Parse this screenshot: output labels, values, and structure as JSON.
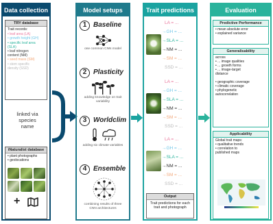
{
  "columns": {
    "data_collection": "Data collection",
    "model_setups": "Model setups",
    "trait_predictions": "Trait predictions",
    "evaluation": "Evaluation"
  },
  "try_db": {
    "title": "TRY database",
    "records_label": "Trait records:",
    "traits": [
      {
        "text": "• leaf area (LA)",
        "color": "#e8739a"
      },
      {
        "text": "• growth height (GH)",
        "color": "#6ec6e8"
      },
      {
        "text": "• specific leaf area",
        "color": "#2ab39c"
      },
      {
        "text": "  (SLA)",
        "color": "#2ab39c"
      },
      {
        "text": "• leaf nitrogen",
        "color": "#333333"
      },
      {
        "text": "  content (NM)",
        "color": "#333333"
      },
      {
        "text": "• seed mass (SM)",
        "color": "#f2a77a"
      },
      {
        "text": "• stem specific",
        "color": "#b9b9b9"
      },
      {
        "text": "  density (SSD)",
        "color": "#b9b9b9"
      }
    ]
  },
  "link_text": "linked via species name",
  "inat_db": {
    "title": "iNaturalist database",
    "items": [
      "• plant photographs",
      "• geolocations"
    ]
  },
  "steps": [
    {
      "num": "1",
      "name": "Baseline",
      "desc": "one common CNN model"
    },
    {
      "num": "2",
      "name": "Plasticity",
      "desc": "adding knowledge on trait variability"
    },
    {
      "num": "3",
      "name": "Worldclim",
      "desc": "adding six climate variables"
    },
    {
      "num": "4",
      "name": "Ensemble",
      "desc": "combining results of three CNN architectures"
    }
  ],
  "trait_rows": [
    {
      "label": "LA = ...",
      "color": "#e8739a"
    },
    {
      "label": "GH = ...",
      "color": "#6ec6e8"
    },
    {
      "label": "SLA = ...",
      "color": "#2ab39c"
    },
    {
      "label": "NM = ...",
      "color": "#333333"
    },
    {
      "label": "SM = ...",
      "color": "#f2a77a"
    },
    {
      "label": "SSD = ...",
      "color": "#b9b9b9"
    }
  ],
  "output": {
    "title": "Output",
    "text": "Trait predictions for each trait and photograph"
  },
  "evaluation": {
    "predictive": {
      "title": "Predictive Performance",
      "items": [
        "• mean absolute error",
        "• explained variance"
      ]
    },
    "generalisability": {
      "title": "Generalisability",
      "across": "across",
      "items": [
        "• ... image qualities",
        "• ... growth forms",
        "• ... image-target",
        "  distance"
      ],
      "items2": [
        "• geographic coverage",
        "• climatic coverage",
        "• phylogenetic",
        "  autocorrelation"
      ]
    },
    "applicability": {
      "title": "Applicability",
      "text": "Global trait maps:",
      "items": [
        "• qualitative trends",
        "• correlation to",
        "  published maps"
      ]
    }
  },
  "colors": {
    "col1": "#0a4a6e",
    "col2": "#1f7a8c",
    "col3": "#1aa3a0",
    "col4": "#2ab39c",
    "arrow": "#1aa3a0"
  }
}
